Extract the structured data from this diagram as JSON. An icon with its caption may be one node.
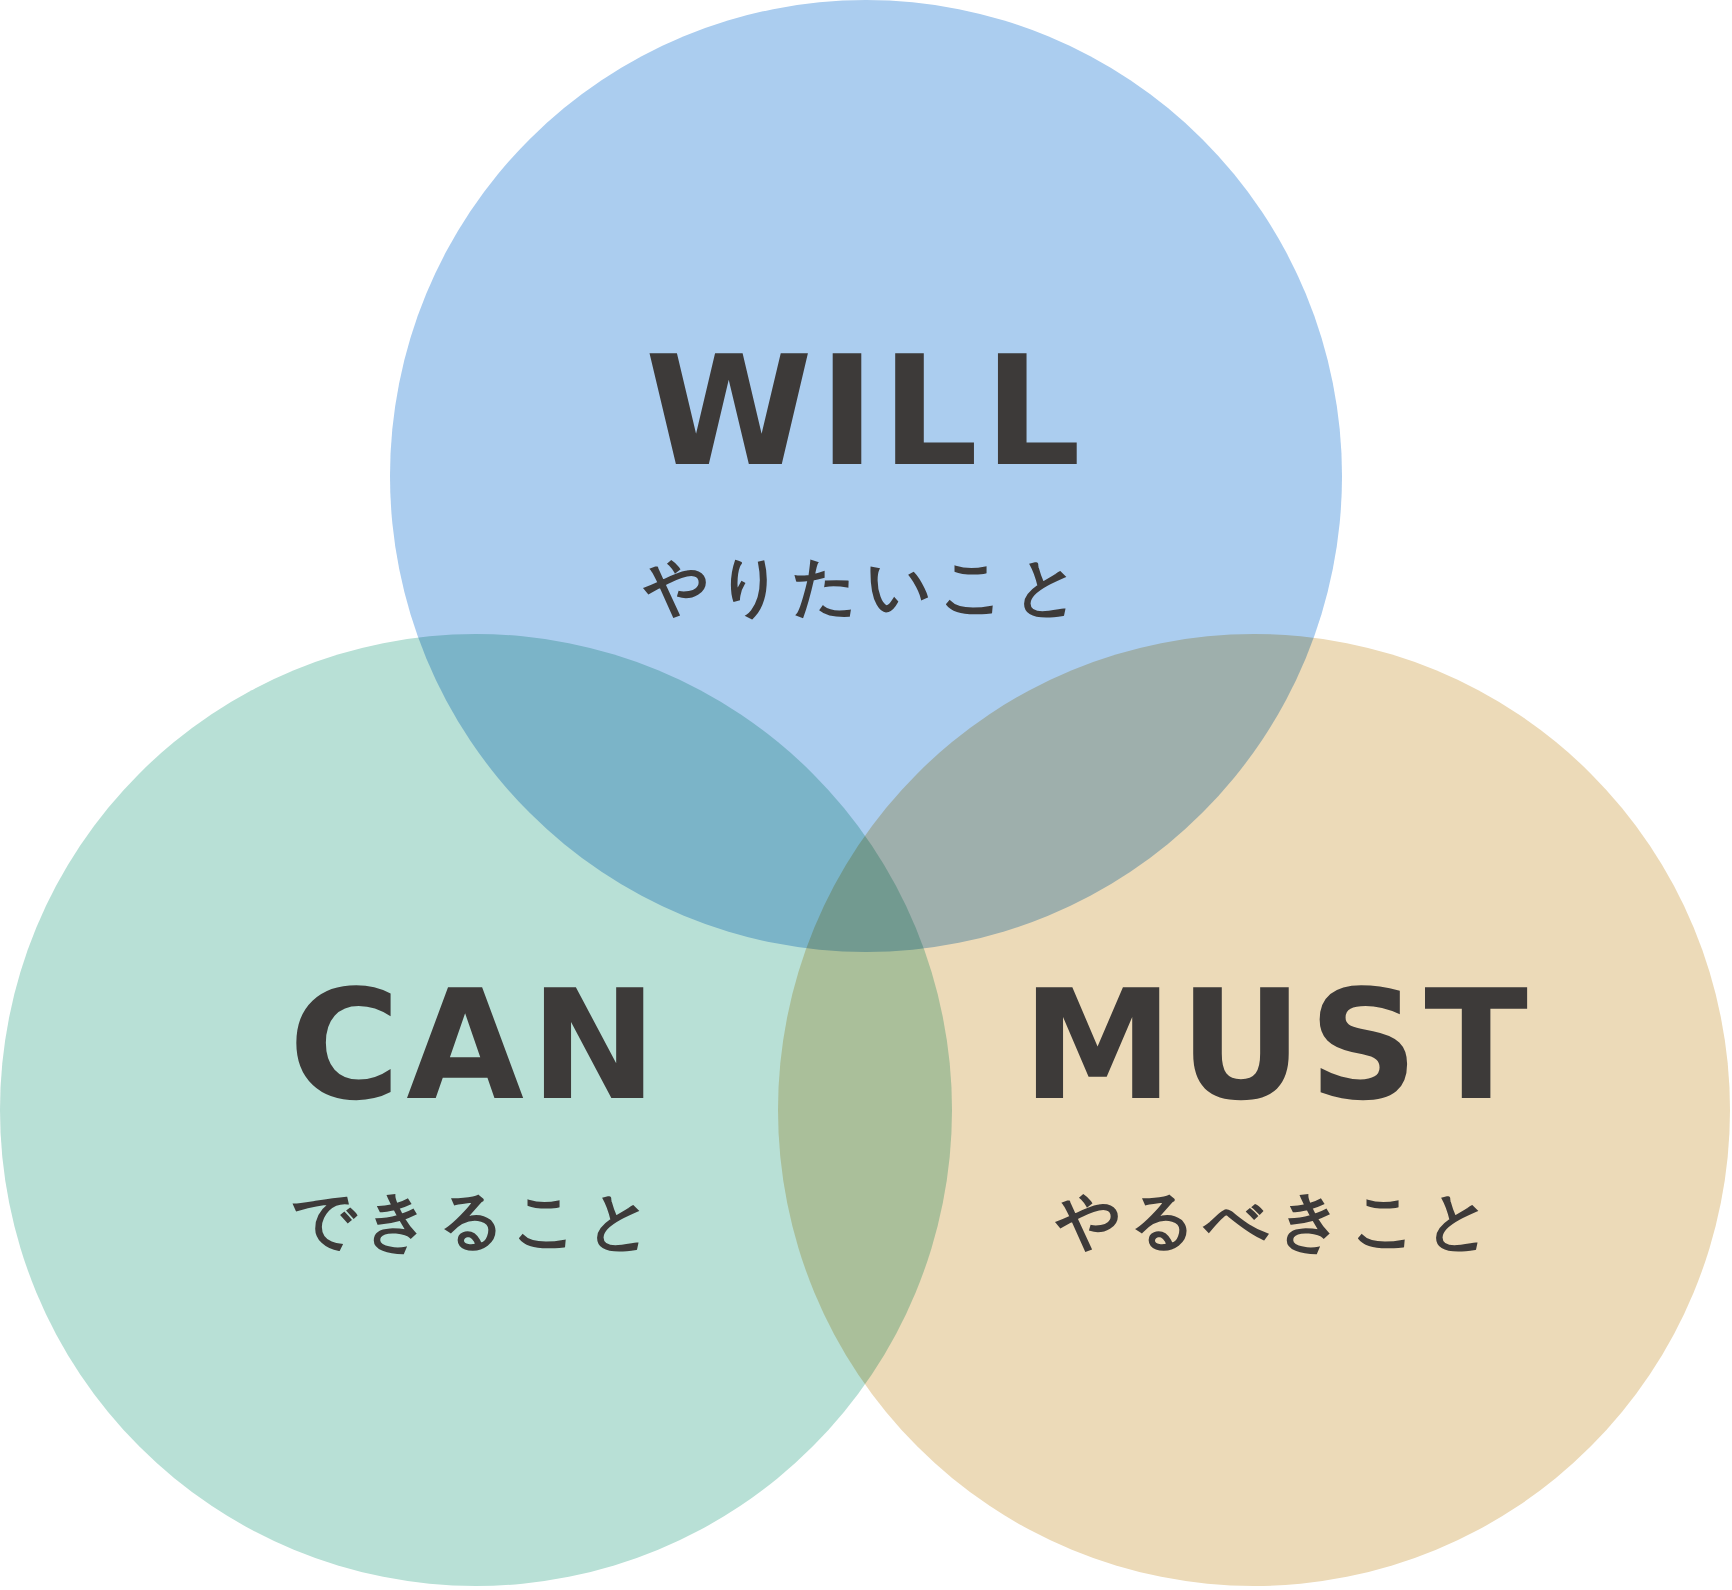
{
  "diagram": {
    "nodes": [
      {
        "text": [
          "WILL",
          "やりたいこと"
        ]
      },
      {
        "text": [
          "CAN",
          "できること"
        ]
      },
      {
        "text": [
          "MUST",
          "やるべきこと"
        ]
      }
    ]
  }
}
